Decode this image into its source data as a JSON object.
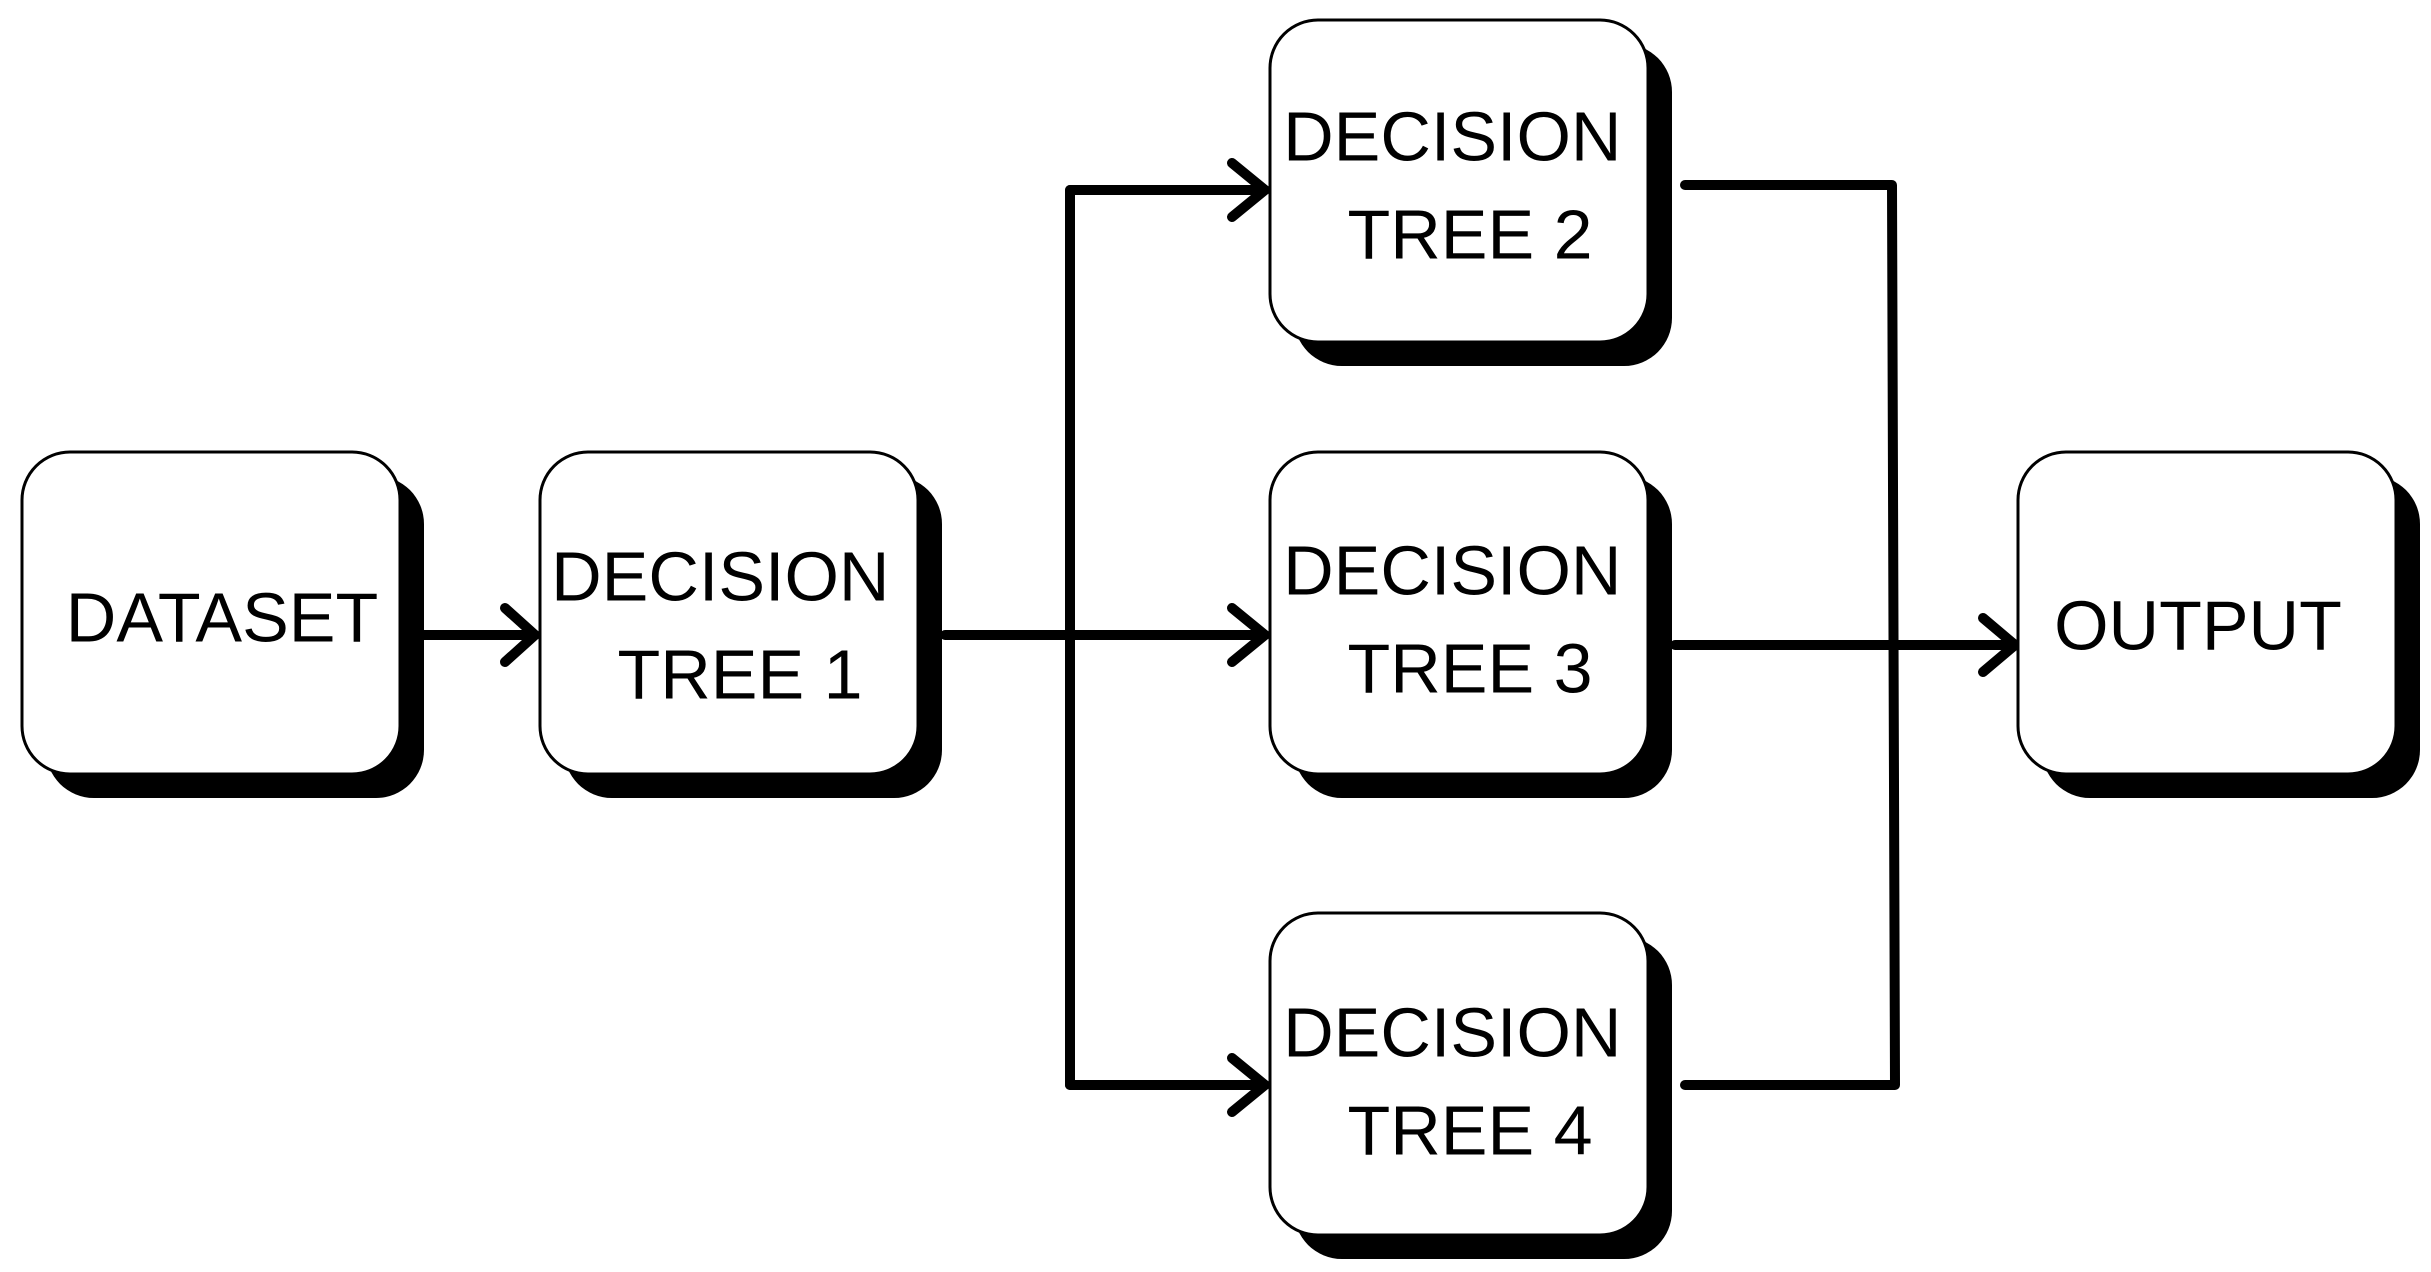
{
  "nodes": {
    "dataset": {
      "lines": [
        "DATASET"
      ]
    },
    "tree1": {
      "lines": [
        "DECISION",
        "TREE 1"
      ]
    },
    "tree2": {
      "lines": [
        "DECISION",
        "TREE 2"
      ]
    },
    "tree3": {
      "lines": [
        "DECISION",
        "TREE 3"
      ]
    },
    "tree4": {
      "lines": [
        "DECISION",
        "TREE 4"
      ]
    },
    "output": {
      "lines": [
        "OUTPUT"
      ]
    }
  },
  "edges": [
    {
      "from": "dataset",
      "to": "tree1"
    },
    {
      "from": "tree1",
      "to": "tree2"
    },
    {
      "from": "tree1",
      "to": "tree3"
    },
    {
      "from": "tree1",
      "to": "tree4"
    },
    {
      "from": "tree2",
      "to": "output"
    },
    {
      "from": "tree3",
      "to": "output"
    },
    {
      "from": "tree4",
      "to": "output"
    }
  ],
  "colors": {
    "box_fill": "#ffffff",
    "ink": "#000000",
    "background": "#ffffff"
  }
}
